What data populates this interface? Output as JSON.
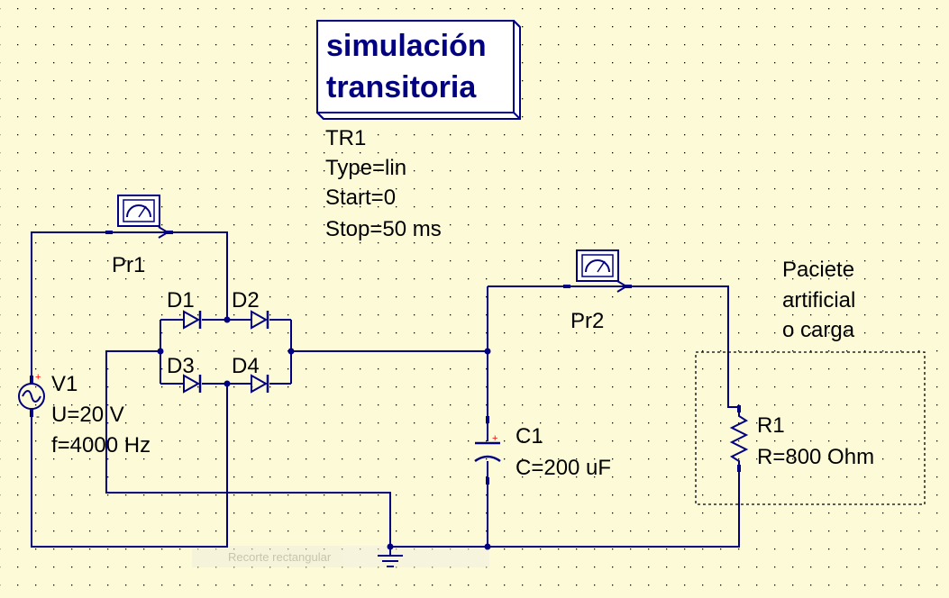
{
  "colors": {
    "background": "#fdfbd7",
    "grid_dot": "#000000",
    "wire": "#000080",
    "label": "#000000",
    "plus_marker": "#ff0000",
    "sim_title": "#000080"
  },
  "simulation": {
    "title_line1": "simulación",
    "title_line2": "transitoria",
    "name": "TR1",
    "type": "Type=lin",
    "start": "Start=0",
    "stop": "Stop=50 ms"
  },
  "components": {
    "v1": {
      "name": "V1",
      "voltage": "U=20 V",
      "frequency": "f=4000 Hz",
      "plus": "+",
      "minus": "-",
      "icon": "ac-source-icon"
    },
    "pr1": {
      "name": "Pr1",
      "icon": "ammeter-probe-icon"
    },
    "pr2": {
      "name": "Pr2",
      "icon": "ammeter-probe-icon"
    },
    "d1": {
      "name": "D1",
      "icon": "diode-icon"
    },
    "d2": {
      "name": "D2",
      "icon": "diode-icon"
    },
    "d3": {
      "name": "D3",
      "icon": "diode-icon"
    },
    "d4": {
      "name": "D4",
      "icon": "diode-icon"
    },
    "c1": {
      "name": "C1",
      "value": "C=200 uF",
      "plus": "+",
      "icon": "capacitor-icon"
    },
    "r1": {
      "name": "R1",
      "value": "R=800 Ohm",
      "icon": "resistor-icon"
    },
    "ground": {
      "icon": "ground-icon"
    }
  },
  "annotation": {
    "line1": "Paciete",
    "line2": "artificial",
    "line3": "o carga"
  },
  "tooltip": {
    "text": "Recorte rectangular"
  }
}
